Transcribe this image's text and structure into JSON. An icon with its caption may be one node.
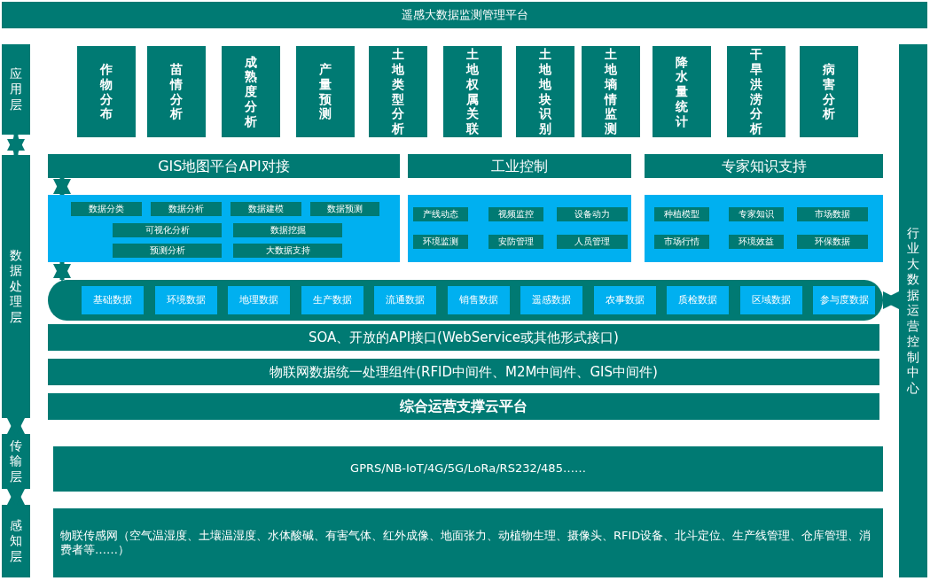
{
  "diagram": {
    "nodes": [
      {
        "text": [
          "遥感大数据监测管理平台"
        ]
      },
      {
        "text": [
          "应用层"
        ]
      },
      {
        "text": [
          "作物分布"
        ]
      },
      {
        "text": [
          "苗情分析"
        ]
      },
      {
        "text": [
          "成熟度分析"
        ]
      },
      {
        "text": [
          "产量预测"
        ]
      },
      {
        "text": [
          "土地类型分析"
        ]
      },
      {
        "text": [
          "土地权属关联"
        ]
      },
      {
        "text": [
          "土地地块识别"
        ]
      },
      {
        "text": [
          "土地墒情监测"
        ]
      },
      {
        "text": [
          "降水量统计"
        ]
      },
      {
        "text": [
          "干旱洪涝分析"
        ]
      },
      {
        "text": [
          "病害分析"
        ]
      },
      {
        "text": [
          "行业大数据运营控制中心"
        ]
      },
      {
        "text": [
          "数据处理层"
        ]
      },
      {
        "text": [
          "GIS地图平台API对接"
        ]
      },
      {
        "text": [],
        "shape": "box"
      },
      {
        "text": [
          "数据分类"
        ],
        "in": 16
      },
      {
        "text": [
          "数据分析"
        ],
        "in": 16
      },
      {
        "text": [
          "数据建模"
        ],
        "in": 16
      },
      {
        "text": [
          "数据预测"
        ],
        "in": 16
      },
      {
        "text": [
          "可视化分析"
        ],
        "in": 16
      },
      {
        "text": [
          "数据挖掘"
        ],
        "in": 16
      },
      {
        "text": [
          "预测分析"
        ],
        "in": 16
      },
      {
        "text": [
          "大数据支持"
        ],
        "in": 16
      },
      {
        "text": [
          "工业控制"
        ]
      },
      {
        "text": [],
        "shape": "box"
      },
      {
        "text": [
          "产线动态"
        ],
        "in": 26
      },
      {
        "text": [
          "视频监控"
        ],
        "in": 26
      },
      {
        "text": [
          "设备动力"
        ],
        "in": 26
      },
      {
        "text": [
          "环境监测"
        ],
        "in": 26
      },
      {
        "text": [
          "安防管理"
        ],
        "in": 26
      },
      {
        "text": [
          "人员管理"
        ],
        "in": 26
      },
      {
        "text": [
          "专家知识支持"
        ]
      },
      {
        "text": [],
        "shape": "box"
      },
      {
        "text": [
          "种植模型"
        ],
        "in": 34
      },
      {
        "text": [
          "专家知识"
        ],
        "in": 34
      },
      {
        "text": [
          "市场数据"
        ],
        "in": 34
      },
      {
        "text": [
          "市场行情"
        ],
        "in": 34
      },
      {
        "text": [
          "环境效益"
        ],
        "in": 34
      },
      {
        "text": [
          "环保数据"
        ],
        "in": 34
      },
      {
        "text": [],
        "shape": "box"
      },
      {
        "text": [
          "基础数据"
        ],
        "in": 41
      },
      {
        "text": [
          "环境数据"
        ],
        "in": 41
      },
      {
        "text": [
          "地理数据"
        ],
        "in": 41
      },
      {
        "text": [
          "生产数据"
        ],
        "in": 41
      },
      {
        "text": [
          "流通数据"
        ],
        "in": 41
      },
      {
        "text": [
          "销售数据"
        ],
        "in": 41
      },
      {
        "text": [
          "遥感数据"
        ],
        "in": 41
      },
      {
        "text": [
          "农事数据"
        ],
        "in": 41
      },
      {
        "text": [
          "质检数据"
        ],
        "in": 41
      },
      {
        "text": [
          "区域数据"
        ],
        "in": 41
      },
      {
        "text": [
          "参与度数据"
        ],
        "in": 41
      },
      {
        "text": [
          "SOA、开放的API接口(WebService或其他形式接口)"
        ]
      },
      {
        "text": [
          "物联网数据统一处理组件(RFID中间件、M2M中间件、GIS中间件)"
        ]
      },
      {
        "text": [
          "综合运营支撑云平台"
        ]
      },
      {
        "text": [
          "传输层"
        ]
      },
      {
        "text": [
          "GPRS/NB-IoT/4G/5G/LoRa/RS232/485……"
        ]
      },
      {
        "text": [
          "感知层"
        ]
      },
      {
        "text": [
          "物联传感网（空气温湿度、土壤温湿度、水体酸碱、有害气体、红外成像、地面张力、动植物生理、摄像头、RFID设备、北斗定位、生产线管理、仓库管理、消费者等……）"
        ]
      }
    ],
    "edges": [
      {
        "from": 1,
        "to": 14,
        "arrow": "both"
      },
      {
        "from": 15,
        "to": 16,
        "arrow": "both"
      },
      {
        "from": 16,
        "to": 41,
        "arrow": "both"
      },
      {
        "from": 14,
        "to": 56,
        "arrow": "both"
      },
      {
        "from": 56,
        "to": 58,
        "arrow": "both"
      },
      {
        "from": 41,
        "to": 13,
        "arrow": "both"
      }
    ]
  }
}
